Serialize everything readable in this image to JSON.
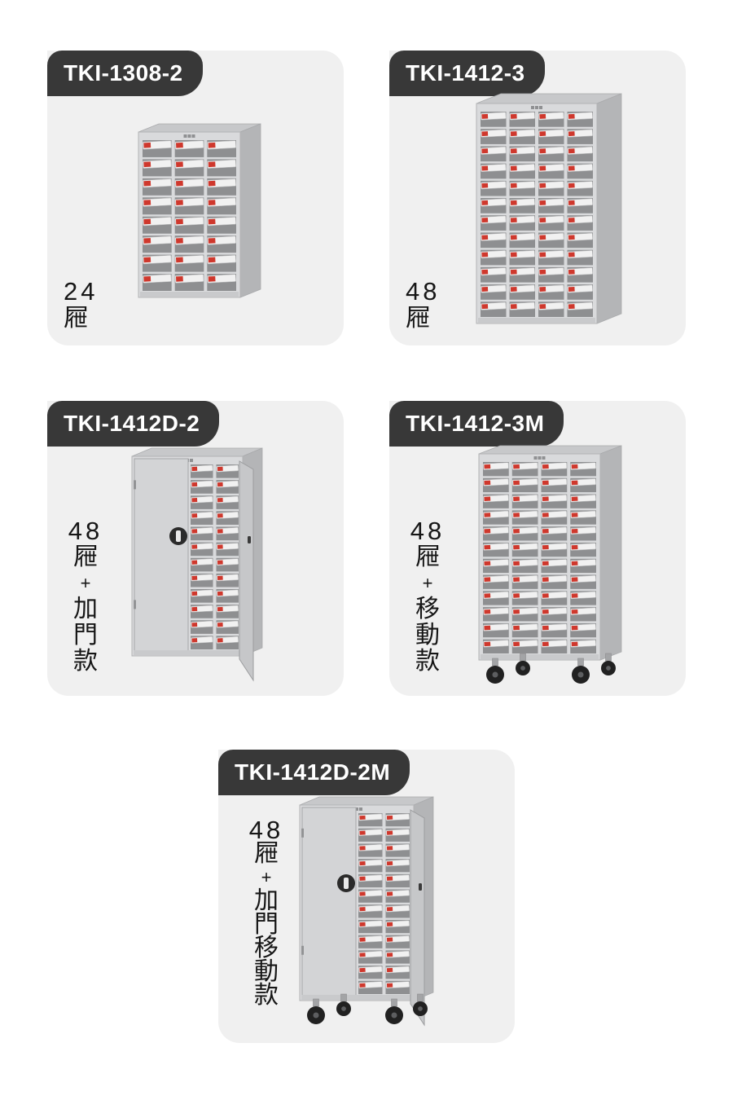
{
  "colors": {
    "page_bg": "#ffffff",
    "card_bg": "#f0f0f0",
    "badge_bg": "#383838",
    "badge_text": "#ffffff",
    "text": "#161616",
    "accent_red": "#cf382d",
    "cabinet_front": "#d9dadc",
    "cabinet_side": "#b4b5b7",
    "cabinet_top": "#c7c8ca",
    "drawer_cell": "#8e8f91",
    "drawer_handle": "#f1f1f1",
    "door": "#d3d4d6",
    "lock": "#2b2b2b",
    "wheel": "#212121"
  },
  "products": [
    {
      "model": "TKI-1308-2",
      "drawers": 24,
      "lines": [
        "24",
        "屜"
      ],
      "columns": 3,
      "rows": 8,
      "door": false,
      "wheels": false
    },
    {
      "model": "TKI-1412-3",
      "drawers": 48,
      "lines": [
        "48",
        "屜"
      ],
      "columns": 4,
      "rows": 12,
      "door": false,
      "wheels": false
    },
    {
      "model": "TKI-1412D-2",
      "drawers": 48,
      "lines": [
        "48",
        "屜",
        "+",
        "加",
        "門",
        "款"
      ],
      "columns": 2,
      "rows": 12,
      "door": true,
      "wheels": false
    },
    {
      "model": "TKI-1412-3M",
      "drawers": 48,
      "lines": [
        "48",
        "屜",
        "+",
        "移",
        "動",
        "款"
      ],
      "columns": 4,
      "rows": 12,
      "door": false,
      "wheels": true
    },
    {
      "model": "TKI-1412D-2M",
      "drawers": 48,
      "lines": [
        "48",
        "屜",
        "+",
        "加",
        "門",
        "移",
        "動",
        "款"
      ],
      "columns": 2,
      "rows": 12,
      "door": true,
      "wheels": true
    }
  ]
}
